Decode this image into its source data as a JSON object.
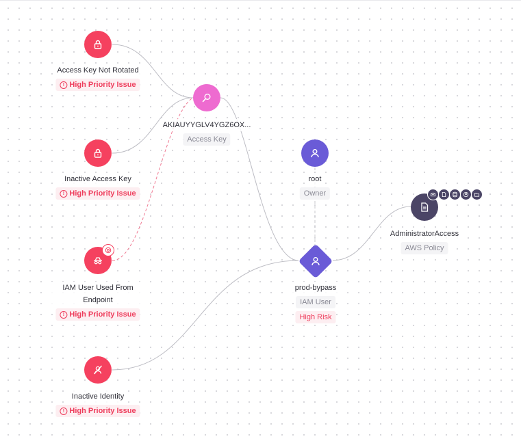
{
  "nodes": {
    "access_key_not_rotated": {
      "label": "Access Key Not Rotated",
      "tag": "High Priority Issue"
    },
    "inactive_access_key": {
      "label": "Inactive Access Key",
      "tag": "High Priority Issue"
    },
    "iam_user_used_from_endpoint": {
      "label": "IAM User Used From Endpoint",
      "tag": "High Priority Issue"
    },
    "inactive_identity": {
      "label": "Inactive Identity",
      "tag": "High Priority Issue"
    },
    "access_key": {
      "label": "AKIAUYYGLV4YGZ6OX...",
      "type": "Access Key"
    },
    "root": {
      "label": "root",
      "type": "Owner"
    },
    "prod_bypass": {
      "label": "prod-bypass",
      "type": "IAM User",
      "risk": "High Risk"
    },
    "administrator_access": {
      "label": "AdministratorAccess",
      "type": "AWS Policy",
      "permission_icons": [
        "crown-icon",
        "document-icon",
        "database-icon",
        "user-circle-icon",
        "folder-icon"
      ]
    }
  },
  "colors": {
    "issue": "#f5415f",
    "access_key": "#ee6bd0",
    "identity": "#6a5bd7",
    "policy": "#4b4566",
    "edge": "#bdbdc4",
    "edge_dashed": "#f07a93"
  }
}
